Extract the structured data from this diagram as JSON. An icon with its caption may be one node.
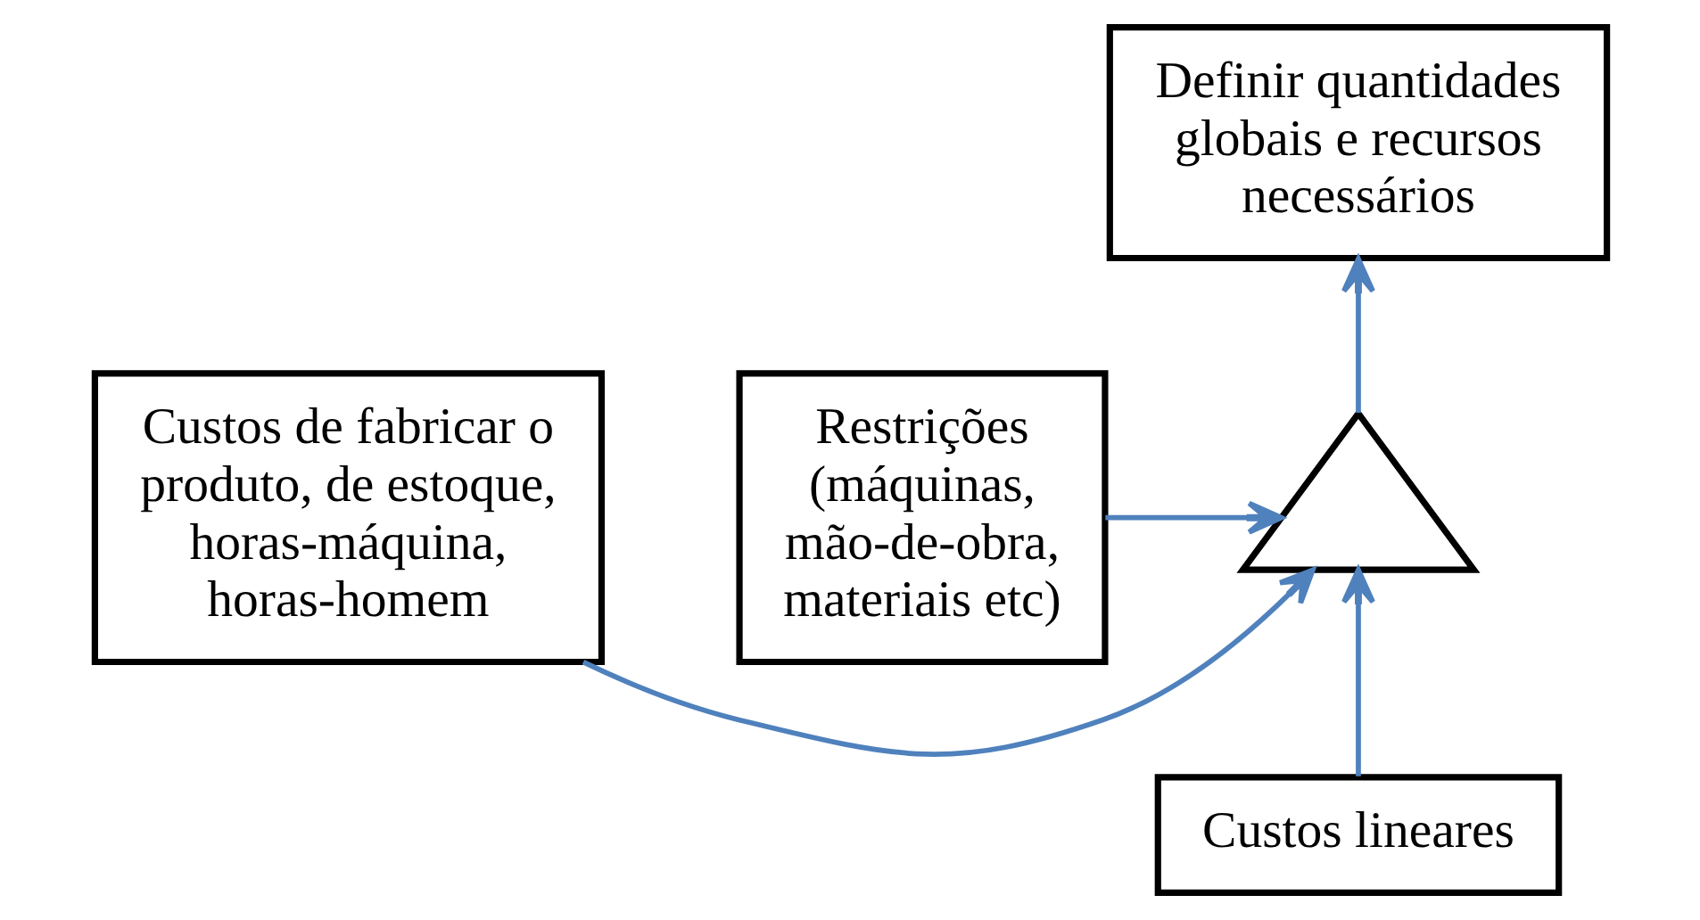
{
  "diagram": {
    "nodes": [
      {
        "text": [
          "Definir quantidades globais e recursos necessários"
        ]
      },
      {
        "text": [
          "Custos de fabricar o produto, de estoque, horas-máquina, horas-homem"
        ]
      },
      {
        "text": [],
        "shape": "triangle"
      },
      {
        "text": [
          "Restrições (máquinas, mão-de-obra, materiais etc)"
        ]
      },
      {
        "text": [
          "Custos lineares"
        ]
      }
    ],
    "edges": [
      {
        "from": 2,
        "to": 0,
        "arrow": "to"
      },
      {
        "from": 1,
        "to": 2,
        "arrow": "to"
      },
      {
        "from": 3,
        "to": 2,
        "arrow": "to"
      },
      {
        "from": 4,
        "to": 2,
        "arrow": "to"
      }
    ]
  }
}
